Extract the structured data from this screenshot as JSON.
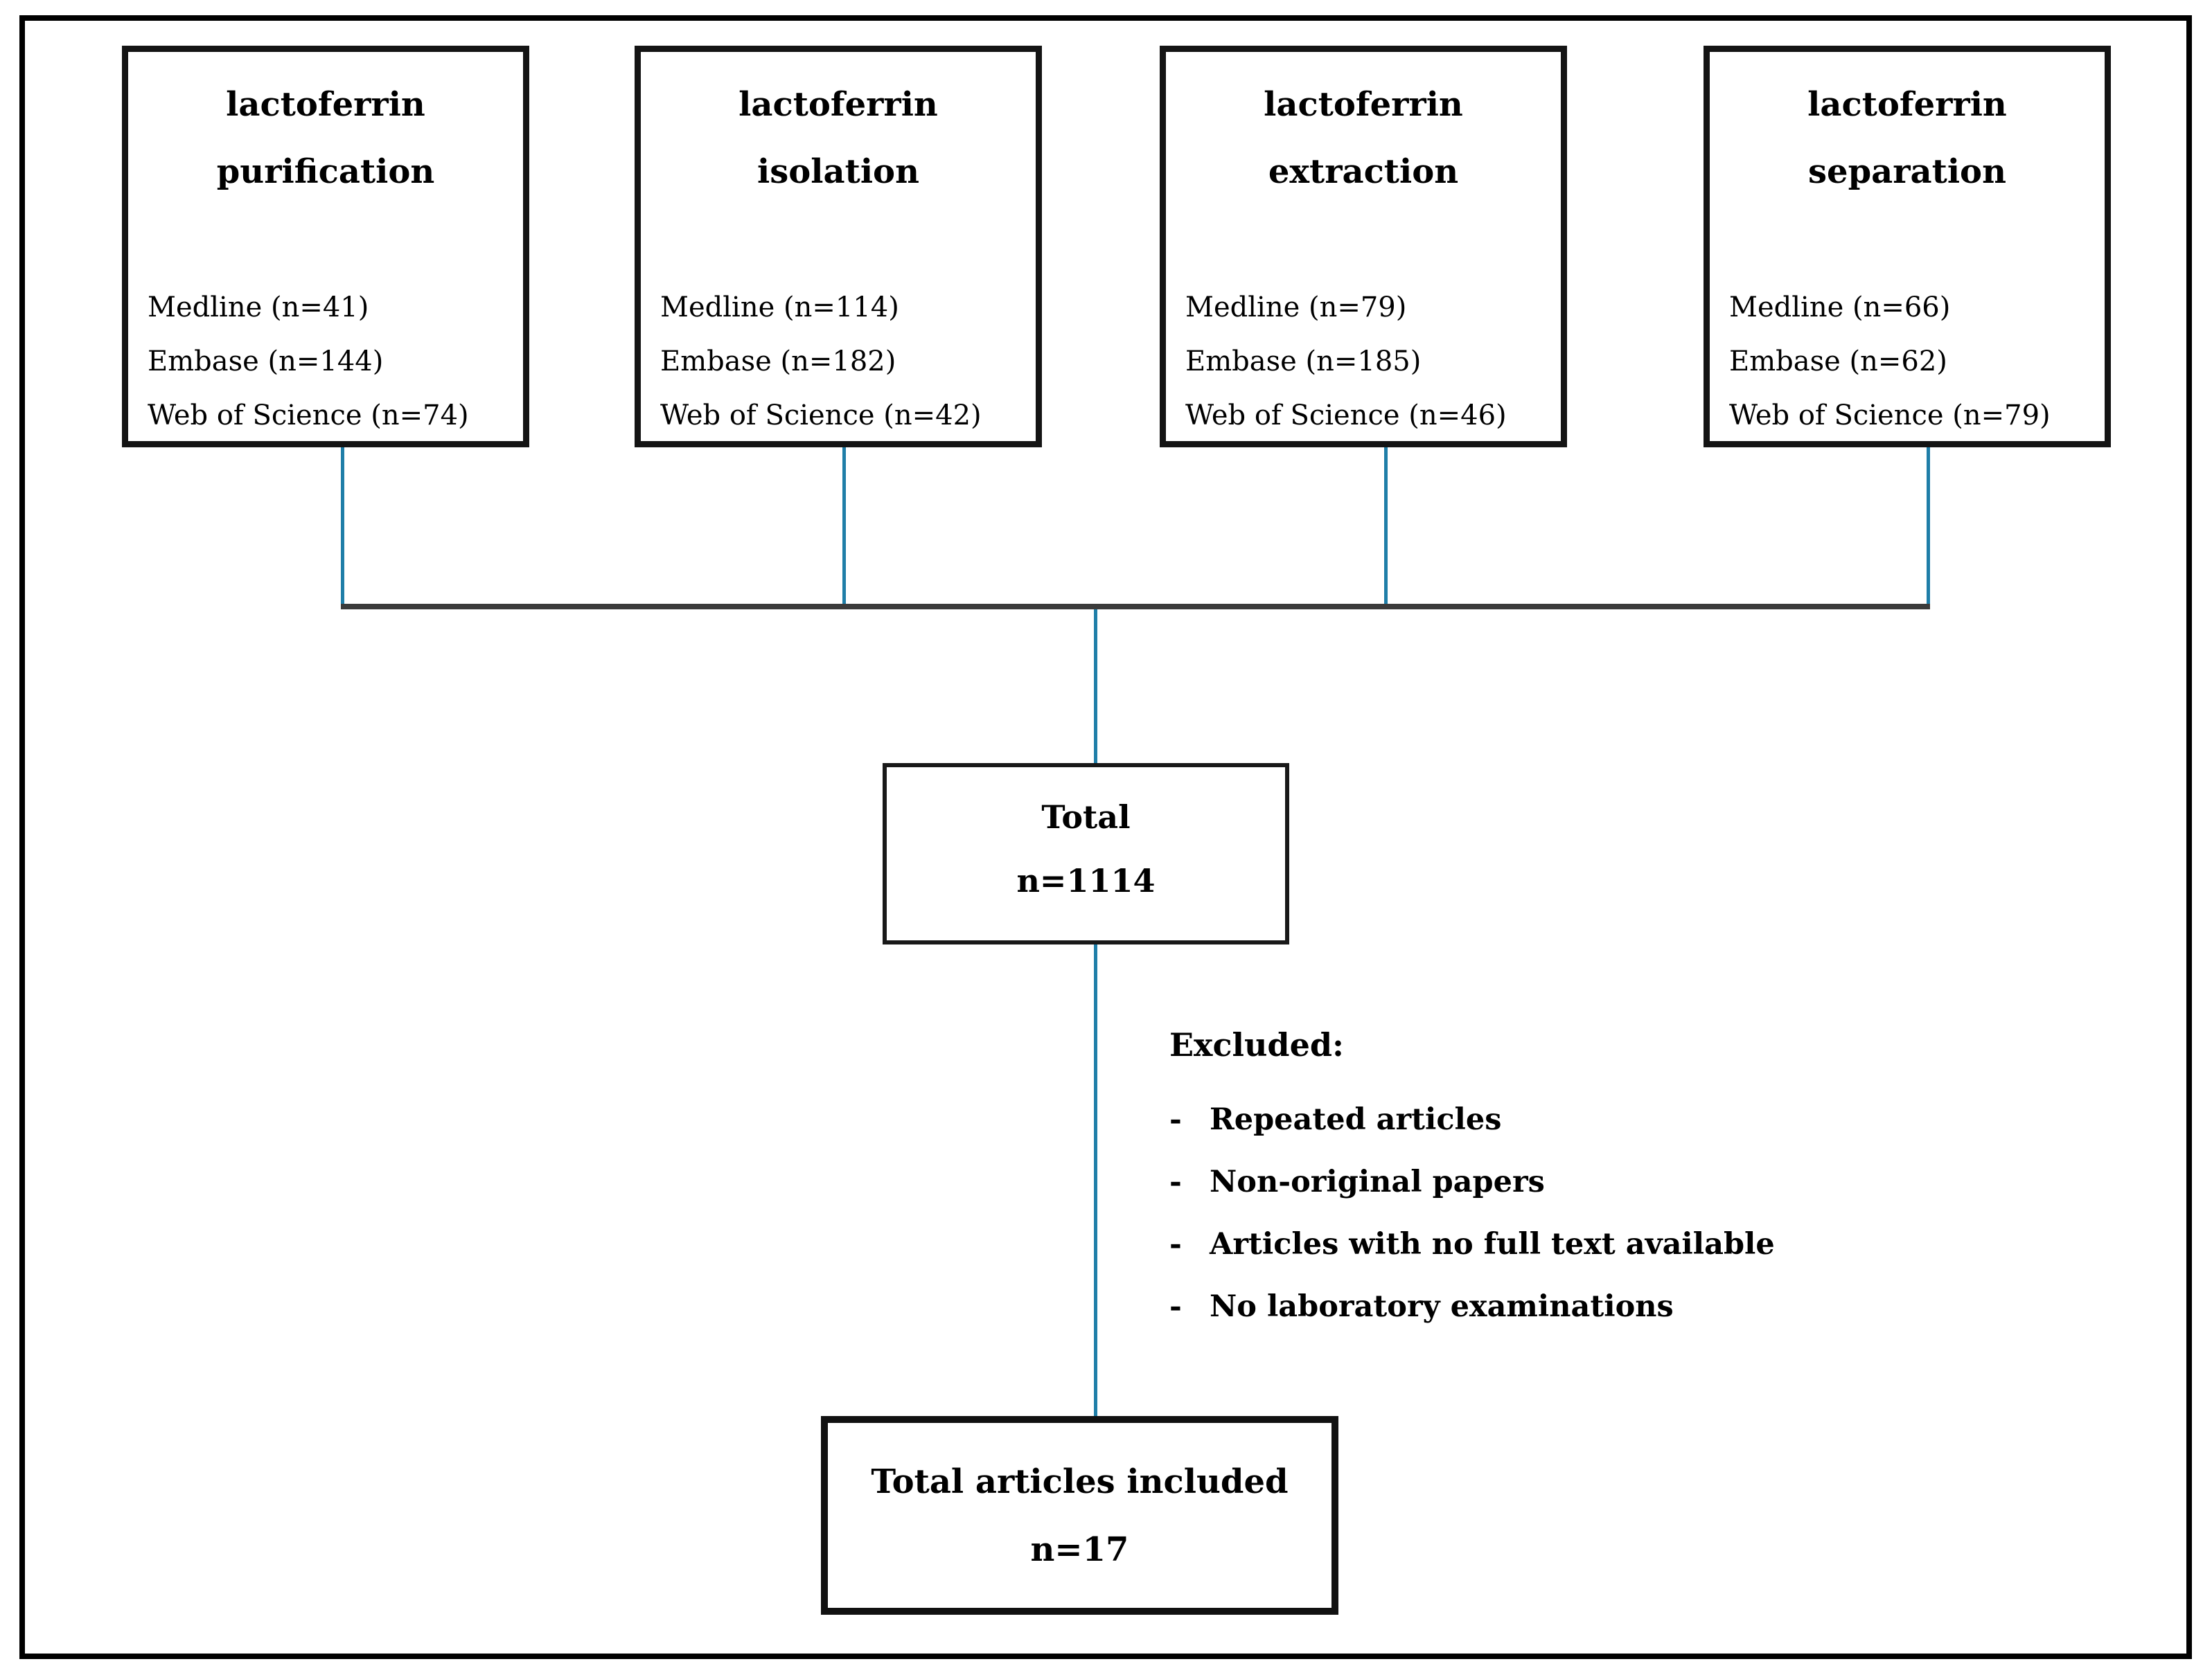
{
  "colors": {
    "connector_blue": "#1f7ea8",
    "connector_dark": "#3b3b3b"
  },
  "search_boxes": [
    {
      "title_line1": "lactoferrin",
      "title_line2": "purification",
      "sources": [
        "Medline (n=41)",
        "Embase (n=144)",
        "Web of Science (n=74)"
      ]
    },
    {
      "title_line1": "lactoferrin",
      "title_line2": "isolation",
      "sources": [
        "Medline (n=114)",
        "Embase (n=182)",
        "Web of Science (n=42)"
      ]
    },
    {
      "title_line1": "lactoferrin",
      "title_line2": "extraction",
      "sources": [
        "Medline (n=79)",
        "Embase (n=185)",
        "Web of Science (n=46)"
      ]
    },
    {
      "title_line1": "lactoferrin",
      "title_line2": "separation",
      "sources": [
        "Medline (n=66)",
        "Embase (n=62)",
        "Web of Science (n=79)"
      ]
    }
  ],
  "total_box": {
    "line1": "Total",
    "line2": "n=1114"
  },
  "excluded": {
    "heading": "Excluded:",
    "bullet": "-",
    "items": [
      "Repeated articles",
      "Non-original papers",
      "Articles with no full text available",
      "No laboratory examinations"
    ]
  },
  "included_box": {
    "line1": "Total articles included",
    "line2": "n=17"
  }
}
